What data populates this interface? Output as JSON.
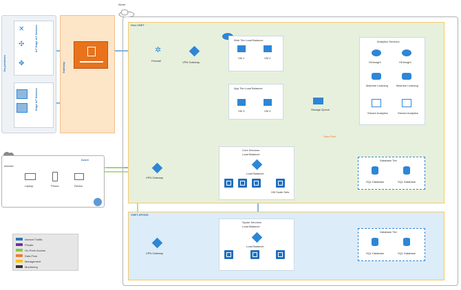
{
  "labels": {
    "region_title": "Azure",
    "onprem_label": "On-premises",
    "gateway_label": "Gateway",
    "gateway_box_text": "",
    "iot_devices": "IoT Edge IoT Devices",
    "edge_devices": "Edge IoT Devices",
    "cloud_label": "Internet",
    "laptop": "Laptop",
    "phone": "Phone",
    "device": "Device",
    "vnet_top": "Hub-VNET",
    "vnet_bottom": "VNET-SPOKE",
    "firewall": "Firewall",
    "vpn_gateway_1": "VPN Gateway",
    "vpn_gateway_2": "VPN Gateway",
    "vpn_gateway_3": "VPN Gateway",
    "web_tier_title": "Web Tier Load Balancer",
    "app_tier_title": "App Tier Load Balancer",
    "vm1": "VM 1",
    "vm2": "VM 2",
    "vm3": "VM 3",
    "vm4": "VM 4",
    "storage_queue": "Storage Queue",
    "analytics_title": "Analytics Services",
    "hdinsight1": "HDInsight",
    "hdinsight2": "HDInsight",
    "ml1": "Machine Learning",
    "ml2": "Machine Learning",
    "stream1": "Stream Analytics",
    "stream2": "Stream Analytics",
    "core_title": "Core Services",
    "core_sub": "Load Balancer",
    "lb1": "Load Balancer",
    "db_title_1": "Database Tier",
    "db_title_2": "Database Tier",
    "sql1": "SQL Database",
    "sql2": "SQL Database",
    "sql3": "SQL Database",
    "sql4": "SQL Database",
    "spoke_title": "Spoke Services",
    "spoke_sub": "Load Balancer",
    "lb2": "Load Balancer",
    "orange_link": "Data Flow",
    "vmss": "VM Scale Sets",
    "cloud_top": "Azure"
  },
  "legend": [
    {
      "label": "Internet Traffic",
      "color": "#2e75b6"
    },
    {
      "label": "Private",
      "color": "#7030a0"
    },
    {
      "label": "On-Prem Access",
      "color": "#8dc63f"
    },
    {
      "label": "Data Flow",
      "color": "#ed7d31"
    },
    {
      "label": "Management",
      "color": "#ffc000"
    },
    {
      "label": "Monitoring",
      "color": "#333333"
    }
  ]
}
